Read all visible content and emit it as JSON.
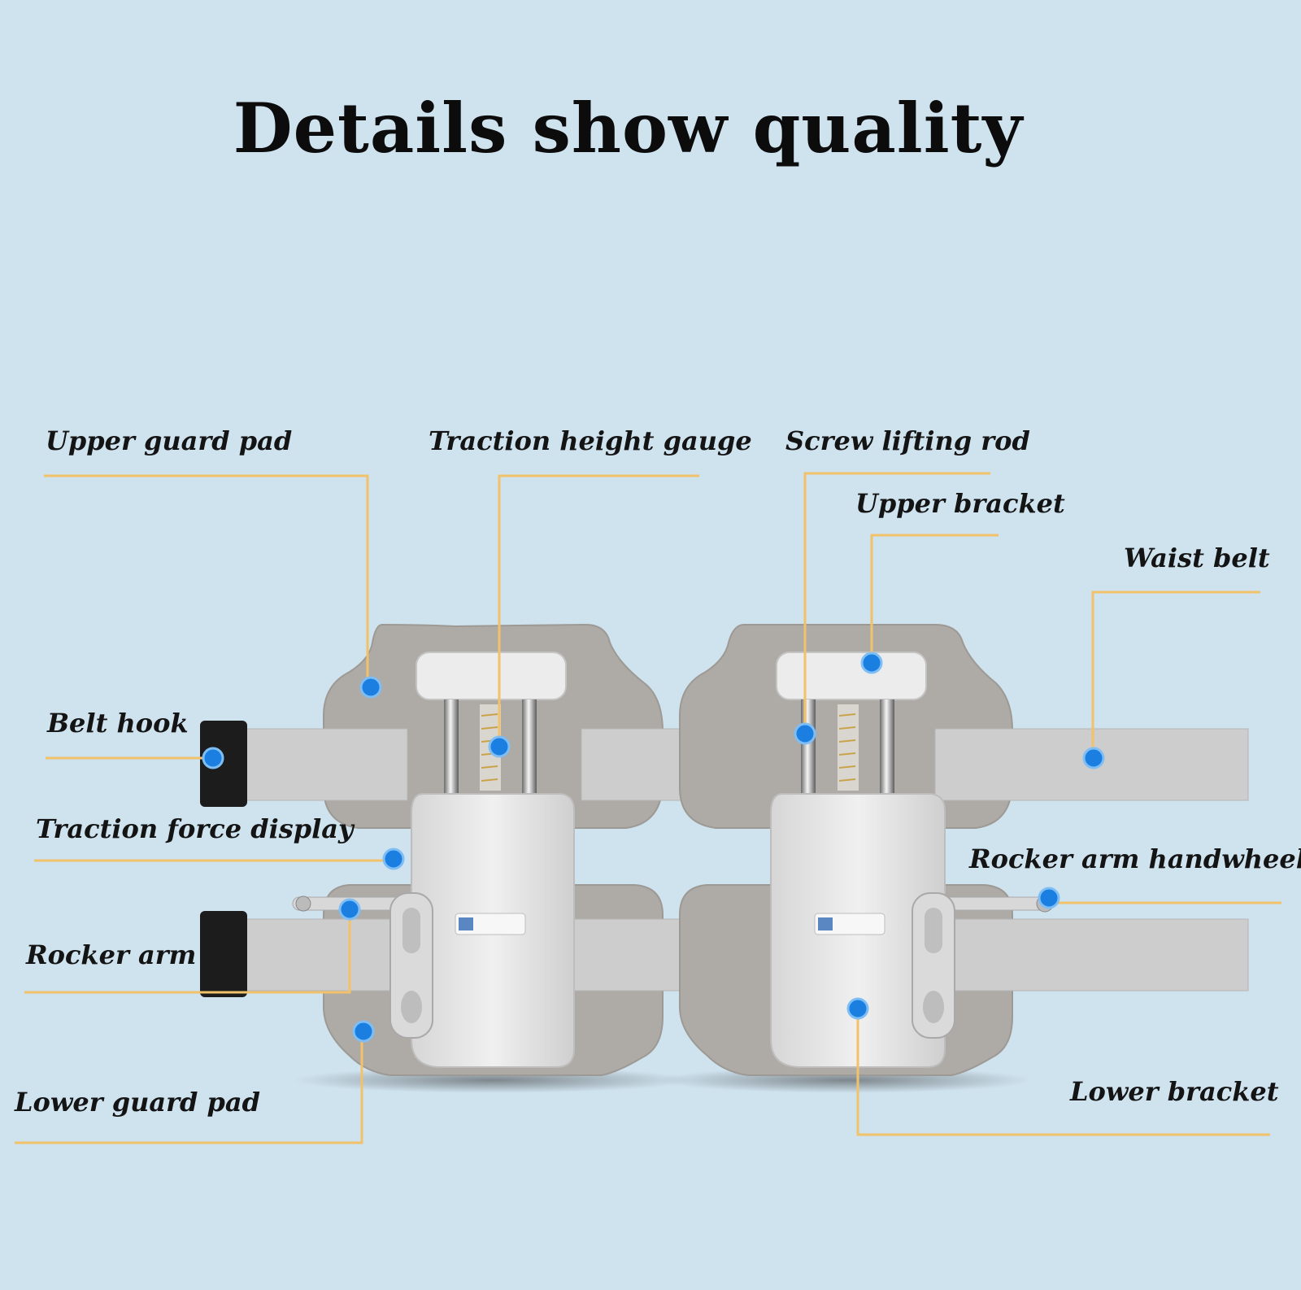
{
  "title": "Details show quality",
  "colors": {
    "background": "#cfe3ef",
    "leader_line": "#f2c26b",
    "marker": "#1a7fe0",
    "pad": "#aeaaa6",
    "belt": "#cdcdcd",
    "housing": "#e6e6e6",
    "hook": "#1c1c1c"
  },
  "labels": {
    "upper_guard_pad": "Upper guard pad",
    "traction_height_gauge": "Traction height gauge",
    "screw_lifting_rod": "Screw lifting rod",
    "upper_bracket": "Upper bracket",
    "waist_belt": "Waist belt",
    "belt_hook": "Belt hook",
    "traction_force_display": "Traction force display",
    "rocker_arm_handwheel": "Rocker arm handwheel",
    "rocker_arm": "Rocker arm",
    "lower_guard_pad": "Lower guard pad",
    "lower_bracket": "Lower bracket"
  }
}
